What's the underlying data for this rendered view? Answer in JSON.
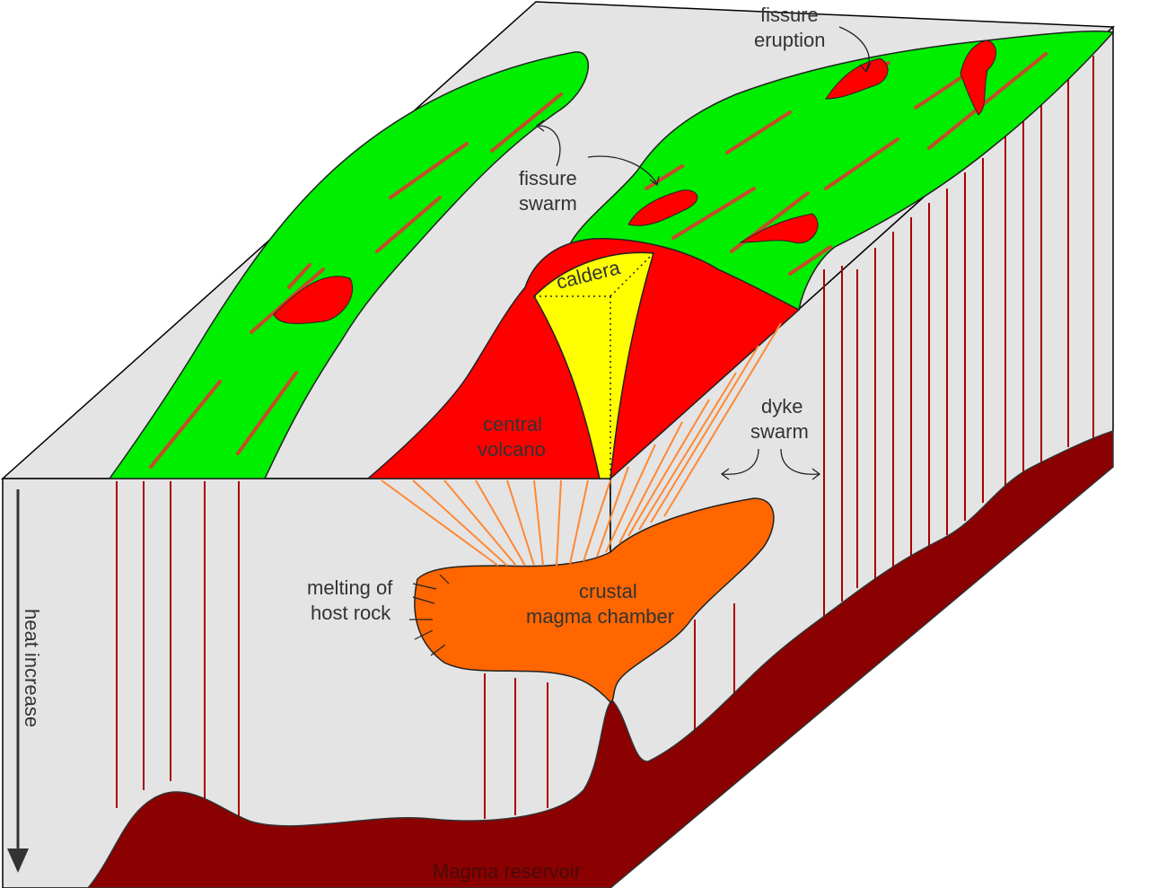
{
  "labels": {
    "fissure_eruption": [
      "fissure",
      "eruption"
    ],
    "fissure_swarm": [
      "fissure",
      "swarm"
    ],
    "caldera": "caldera",
    "central_volcano": [
      "central",
      "volcano"
    ],
    "dyke_swarm": [
      "dyke",
      "swarm"
    ],
    "melting_host_rock": [
      "melting of",
      "host rock"
    ],
    "crustal_magma_chamber": [
      "crustal",
      "magma chamber"
    ],
    "heat_increase": "heat increase",
    "magma_reservoir": "Magma reservoir"
  },
  "colors": {
    "surface": "#e4e4e4",
    "fissure_zone": "#00ee00",
    "lava": "#ff0000",
    "caldera": "#ffff00",
    "magma_chamber": "#ff6600",
    "magma_reservoir": "#8b0000",
    "dyke": "#aa0000",
    "radial_dyke": "#ff8833"
  }
}
